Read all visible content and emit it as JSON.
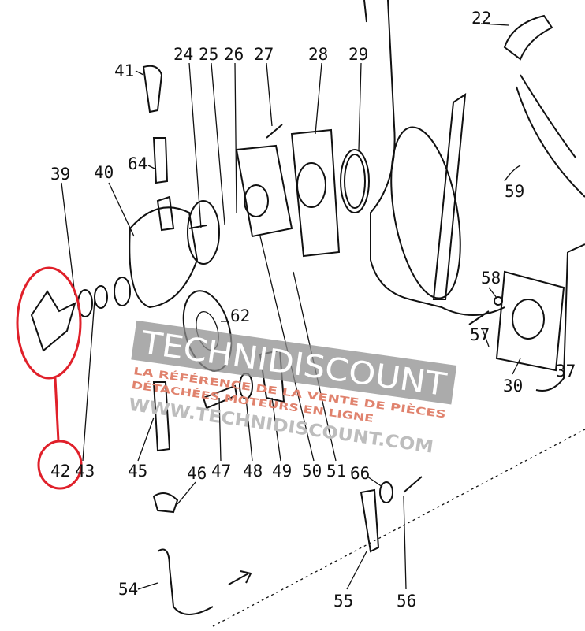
{
  "diagram": {
    "labels": [
      {
        "id": "22",
        "text": "22"
      },
      {
        "id": "24",
        "text": "24"
      },
      {
        "id": "25",
        "text": "25"
      },
      {
        "id": "26",
        "text": "26"
      },
      {
        "id": "27",
        "text": "27"
      },
      {
        "id": "28",
        "text": "28"
      },
      {
        "id": "29",
        "text": "29"
      },
      {
        "id": "41",
        "text": "41"
      },
      {
        "id": "64",
        "text": "64"
      },
      {
        "id": "39",
        "text": "39"
      },
      {
        "id": "40",
        "text": "40"
      },
      {
        "id": "59",
        "text": "59"
      },
      {
        "id": "58",
        "text": "58"
      },
      {
        "id": "62",
        "text": "62"
      },
      {
        "id": "57",
        "text": "57"
      },
      {
        "id": "30",
        "text": "30"
      },
      {
        "id": "37",
        "text": "37"
      },
      {
        "id": "42",
        "text": "42"
      },
      {
        "id": "43",
        "text": "43"
      },
      {
        "id": "45",
        "text": "45"
      },
      {
        "id": "46",
        "text": "46"
      },
      {
        "id": "47",
        "text": "47"
      },
      {
        "id": "48",
        "text": "48"
      },
      {
        "id": "49",
        "text": "49"
      },
      {
        "id": "50",
        "text": "50"
      },
      {
        "id": "51",
        "text": "51"
      },
      {
        "id": "66",
        "text": "66"
      },
      {
        "id": "55",
        "text": "55"
      },
      {
        "id": "56",
        "text": "56"
      },
      {
        "id": "54",
        "text": "54"
      }
    ],
    "highlight_color": "#e0202a",
    "highlighted_part": "42"
  },
  "watermark": {
    "brand": "TECHNIDISCOUNT",
    "tagline_1": "LA RÉFÉRENCE DE LA VENTE DE PIÈCES",
    "tagline_2": "DÉTACHÉES MOTEURS EN LIGNE",
    "url": "WWW.TECHNIDISCOUNT.COM"
  }
}
